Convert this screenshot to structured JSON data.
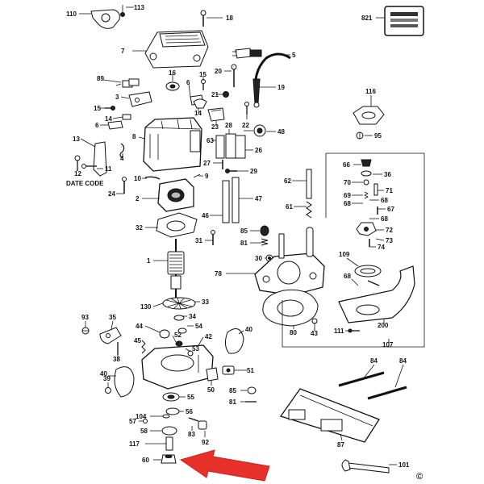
{
  "diagram": {
    "callouts": [
      {
        "id": "c110",
        "text": "110"
      },
      {
        "id": "c113",
        "text": "113"
      },
      {
        "id": "c18",
        "text": "18"
      },
      {
        "id": "c821",
        "text": "821"
      },
      {
        "id": "c7",
        "text": "7"
      },
      {
        "id": "c20",
        "text": "20"
      },
      {
        "id": "c5",
        "text": "5"
      },
      {
        "id": "c89",
        "text": "89"
      },
      {
        "id": "c16",
        "text": "16"
      },
      {
        "id": "c6",
        "text": "6"
      },
      {
        "id": "c15a",
        "text": "15"
      },
      {
        "id": "c21",
        "text": "21"
      },
      {
        "id": "c19",
        "text": "19"
      },
      {
        "id": "c116",
        "text": "116"
      },
      {
        "id": "c3",
        "text": "3"
      },
      {
        "id": "c15b",
        "text": "15"
      },
      {
        "id": "c14a",
        "text": "14"
      },
      {
        "id": "c14b",
        "text": "14"
      },
      {
        "id": "c6b",
        "text": "6"
      },
      {
        "id": "c8",
        "text": "8"
      },
      {
        "id": "c23",
        "text": "23"
      },
      {
        "id": "c22",
        "text": "22"
      },
      {
        "id": "c28",
        "text": "28"
      },
      {
        "id": "c48",
        "text": "48"
      },
      {
        "id": "c95",
        "text": "95"
      },
      {
        "id": "c13",
        "text": "13"
      },
      {
        "id": "c4",
        "text": "4"
      },
      {
        "id": "c63",
        "text": "63"
      },
      {
        "id": "c26",
        "text": "26"
      },
      {
        "id": "c11",
        "text": "11"
      },
      {
        "id": "c12",
        "text": "12"
      },
      {
        "id": "c27",
        "text": "27"
      },
      {
        "id": "c66",
        "text": "66"
      },
      {
        "id": "c36",
        "text": "36"
      },
      {
        "id": "c10",
        "text": "10"
      },
      {
        "id": "c9",
        "text": "9"
      },
      {
        "id": "c29",
        "text": "29"
      },
      {
        "id": "c70",
        "text": "70"
      },
      {
        "id": "c62",
        "text": "62"
      },
      {
        "id": "c71",
        "text": "71"
      },
      {
        "id": "c24",
        "text": "24"
      },
      {
        "id": "c2",
        "text": "2"
      },
      {
        "id": "c47",
        "text": "47"
      },
      {
        "id": "c69",
        "text": "69"
      },
      {
        "id": "c68a",
        "text": "68"
      },
      {
        "id": "c68b",
        "text": "68"
      },
      {
        "id": "c61",
        "text": "61"
      },
      {
        "id": "c67",
        "text": "67"
      },
      {
        "id": "c68c",
        "text": "68"
      },
      {
        "id": "c46",
        "text": "46"
      },
      {
        "id": "c32",
        "text": "32"
      },
      {
        "id": "c85a",
        "text": "85"
      },
      {
        "id": "c72",
        "text": "72"
      },
      {
        "id": "c73",
        "text": "73"
      },
      {
        "id": "c31",
        "text": "31"
      },
      {
        "id": "c81a",
        "text": "81"
      },
      {
        "id": "c74",
        "text": "74"
      },
      {
        "id": "c109",
        "text": "109"
      },
      {
        "id": "c30",
        "text": "30"
      },
      {
        "id": "c1",
        "text": "1"
      },
      {
        "id": "c78",
        "text": "78"
      },
      {
        "id": "c68d",
        "text": "68"
      },
      {
        "id": "c33",
        "text": "33"
      },
      {
        "id": "c130",
        "text": "130"
      },
      {
        "id": "c93",
        "text": "93"
      },
      {
        "id": "c35",
        "text": "35"
      },
      {
        "id": "c34",
        "text": "34"
      },
      {
        "id": "c80",
        "text": "80"
      },
      {
        "id": "c43",
        "text": "43"
      },
      {
        "id": "c111",
        "text": "111"
      },
      {
        "id": "c200",
        "text": "200"
      },
      {
        "id": "c44",
        "text": "44"
      },
      {
        "id": "c54",
        "text": "54"
      },
      {
        "id": "c40a",
        "text": "40"
      },
      {
        "id": "c52",
        "text": "52"
      },
      {
        "id": "c42",
        "text": "42"
      },
      {
        "id": "c107",
        "text": "107"
      },
      {
        "id": "c45",
        "text": "45"
      },
      {
        "id": "c53",
        "text": "53"
      },
      {
        "id": "c38",
        "text": "38"
      },
      {
        "id": "c84a",
        "text": "84"
      },
      {
        "id": "c84b",
        "text": "84"
      },
      {
        "id": "c40b",
        "text": "40"
      },
      {
        "id": "c51",
        "text": "51"
      },
      {
        "id": "c39",
        "text": "39"
      },
      {
        "id": "c50",
        "text": "50"
      },
      {
        "id": "c85b",
        "text": "85"
      },
      {
        "id": "c55",
        "text": "55"
      },
      {
        "id": "c81b",
        "text": "81"
      },
      {
        "id": "c104",
        "text": "104"
      },
      {
        "id": "c56",
        "text": "56"
      },
      {
        "id": "c57",
        "text": "57"
      },
      {
        "id": "c58",
        "text": "58"
      },
      {
        "id": "c83",
        "text": "83"
      },
      {
        "id": "c117",
        "text": "117"
      },
      {
        "id": "c92",
        "text": "92"
      },
      {
        "id": "c87",
        "text": "87"
      },
      {
        "id": "c60",
        "text": "60"
      },
      {
        "id": "c101",
        "text": "101"
      }
    ],
    "date_code_label": "DATE CODE",
    "copyright_symbol": "©",
    "highlight_arrow_color": "#e8302a",
    "line_color": "#111111"
  }
}
